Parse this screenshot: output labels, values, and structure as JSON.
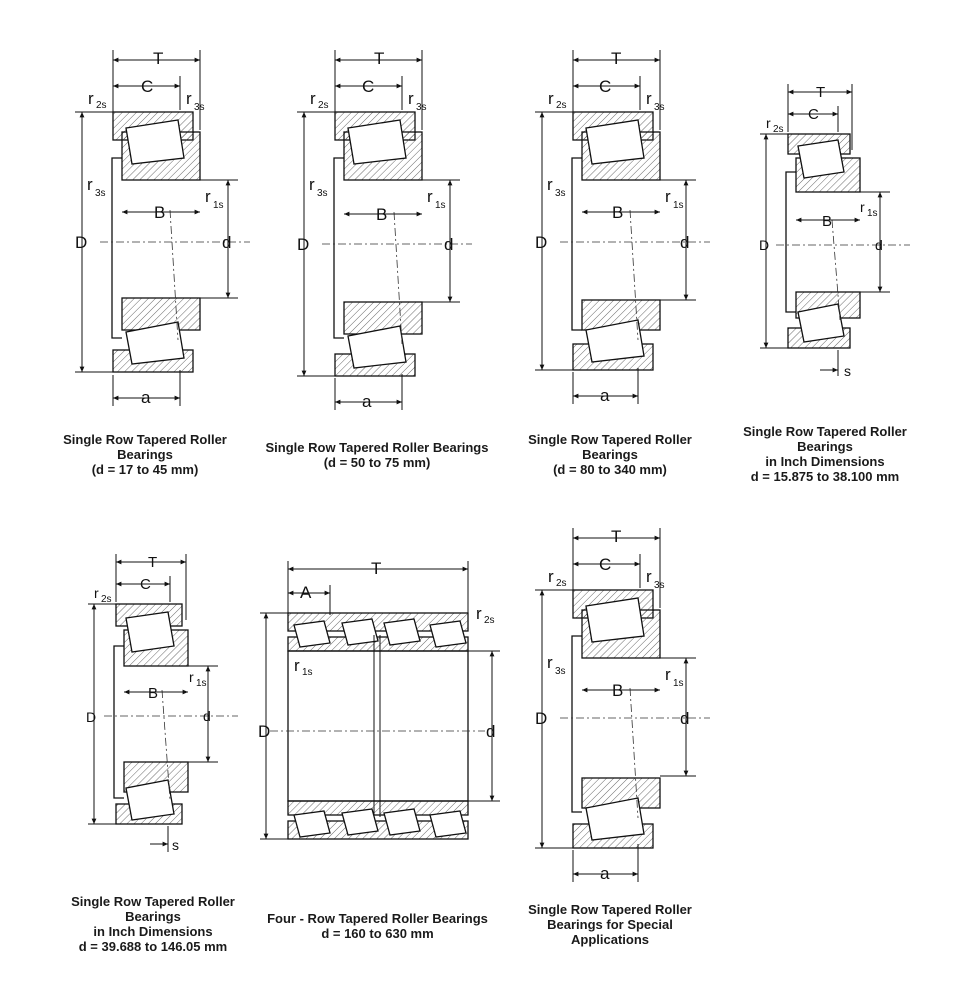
{
  "panels": [
    {
      "id": "p1",
      "caption": [
        "Single Row Tapered Roller",
        "Bearings",
        "(d = 17 to 45 mm)"
      ],
      "labels": {
        "T": "T",
        "C": "C",
        "r2s": "r",
        "r2s_sub": "2s",
        "r3s_top": "r",
        "r3s_top_sub": "3s",
        "r3s_left": "r",
        "r3s_left_sub": "3s",
        "r1s": "r",
        "r1s_sub": "1s",
        "B": "B",
        "D": "D",
        "d": "d",
        "a": "a"
      }
    },
    {
      "id": "p2",
      "caption": [
        "Single Row Tapered Roller Bearings",
        "(d = 50 to 75 mm)"
      ],
      "labels": {
        "T": "T",
        "C": "C",
        "r2s": "r",
        "r2s_sub": "2s",
        "r3s_top": "r",
        "r3s_top_sub": "3s",
        "r3s_left": "r",
        "r3s_left_sub": "3s",
        "r1s": "r",
        "r1s_sub": "1s",
        "B": "B",
        "D": "D",
        "d": "d",
        "a": "a"
      }
    },
    {
      "id": "p3",
      "caption": [
        "Single Row Tapered Roller",
        "Bearings",
        "(d = 80 to 340 mm)"
      ],
      "labels": {
        "T": "T",
        "C": "C",
        "r2s": "r",
        "r2s_sub": "2s",
        "r3s_top": "r",
        "r3s_top_sub": "3s",
        "r3s_left": "r",
        "r3s_left_sub": "3s",
        "r1s": "r",
        "r1s_sub": "1s",
        "B": "B",
        "D": "D",
        "d": "d",
        "a": "a"
      }
    },
    {
      "id": "p4",
      "caption": [
        "Single Row Tapered Roller",
        "Bearings",
        "in Inch Dimensions",
        "d = 15.875 to 38.100 mm"
      ],
      "labels": {
        "T": "T",
        "C": "C",
        "r2s": "r",
        "r2s_sub": "2s",
        "r1s": "r",
        "r1s_sub": "1s",
        "B": "B",
        "D": "D",
        "d": "d",
        "s": "s"
      }
    },
    {
      "id": "p5",
      "caption": [
        "Single Row Tapered Roller",
        "Bearings",
        "in Inch Dimensions",
        "d = 39.688 to 146.05 mm"
      ],
      "labels": {
        "T": "T",
        "C": "C",
        "r2s": "r",
        "r2s_sub": "2s",
        "r1s": "r",
        "r1s_sub": "1s",
        "B": "B",
        "D": "D",
        "d": "d",
        "s": "s"
      }
    },
    {
      "id": "p6",
      "caption": [
        "Four - Row Tapered Roller Bearings",
        "d = 160 to 630 mm"
      ],
      "labels": {
        "T": "T",
        "A": "A",
        "r2s": "r",
        "r2s_sub": "2s",
        "r1s": "r",
        "r1s_sub": "1s",
        "D": "D",
        "d": "d"
      }
    },
    {
      "id": "p7",
      "caption": [
        "Single Row Tapered Roller",
        "Bearings for Special",
        "Applications"
      ],
      "labels": {
        "T": "T",
        "C": "C",
        "r2s": "r",
        "r2s_sub": "2s",
        "r3s_top": "r",
        "r3s_top_sub": "3s",
        "r3s_left": "r",
        "r3s_left_sub": "3s",
        "r1s": "r",
        "r1s_sub": "1s",
        "B": "B",
        "D": "D",
        "d": "d",
        "a": "a"
      }
    }
  ]
}
